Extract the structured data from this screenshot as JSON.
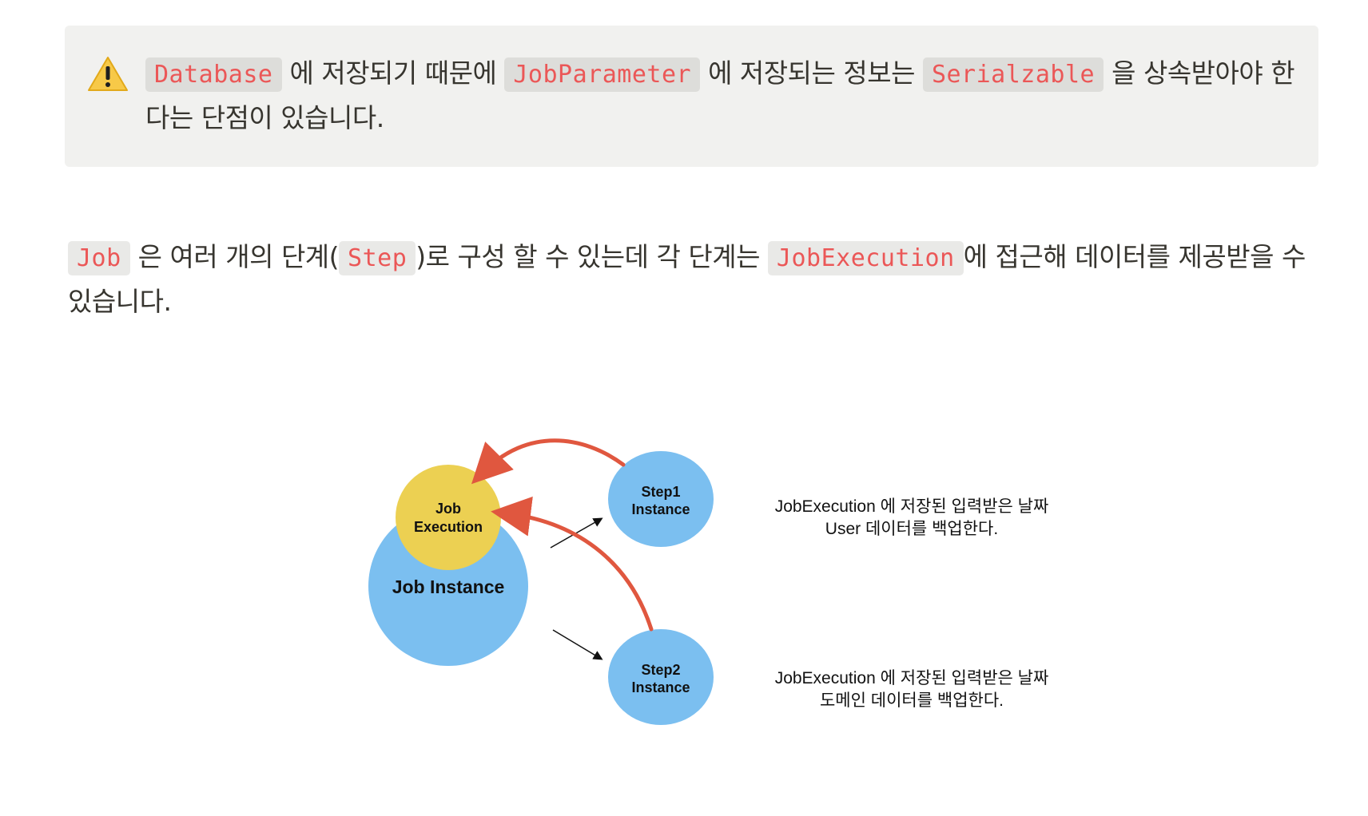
{
  "callout": {
    "icon": "warning-icon",
    "segments": [
      {
        "type": "code",
        "text": "Database"
      },
      {
        "type": "text",
        "text": " 에 저장되기 때문에 "
      },
      {
        "type": "code",
        "text": "JobParameter"
      },
      {
        "type": "text",
        "text": " 에 저장되는 정보는 "
      },
      {
        "type": "code",
        "text": "Serialzable"
      },
      {
        "type": "text",
        "text": " 을 상속받아야 한다는 단점이 있습니다."
      }
    ]
  },
  "paragraph": {
    "segments": [
      {
        "type": "code",
        "text": "Job"
      },
      {
        "type": "text",
        "text": " 은 여러 개의 단계("
      },
      {
        "type": "code",
        "text": "Step"
      },
      {
        "type": "text",
        "text": ")로 구성 할 수 있는데 각 단계는 "
      },
      {
        "type": "code",
        "text": "JobExecution"
      },
      {
        "type": "text",
        "text": "에 접근해 데이터를 제공받을 수 있습니다."
      }
    ]
  },
  "diagram": {
    "job_instance_label": "Job Instance",
    "job_execution_line1": "Job",
    "job_execution_line2": "Execution",
    "step1_line1": "Step1",
    "step1_line2": "Instance",
    "step2_line1": "Step2",
    "step2_line2": "Instance",
    "step1_desc_line1": "JobExecution 에 저장된 입력받은 날짜",
    "step1_desc_line2": "User 데이터를 백업한다.",
    "step2_desc_line1": "JobExecution 에 저장된 입력받은 날짜",
    "step2_desc_line2": "도메인 데이터를 백업한다.",
    "colors": {
      "instance_blue": "#7bbff0",
      "execution_yellow": "#ecd052",
      "arrow_red": "#e0573f"
    }
  }
}
